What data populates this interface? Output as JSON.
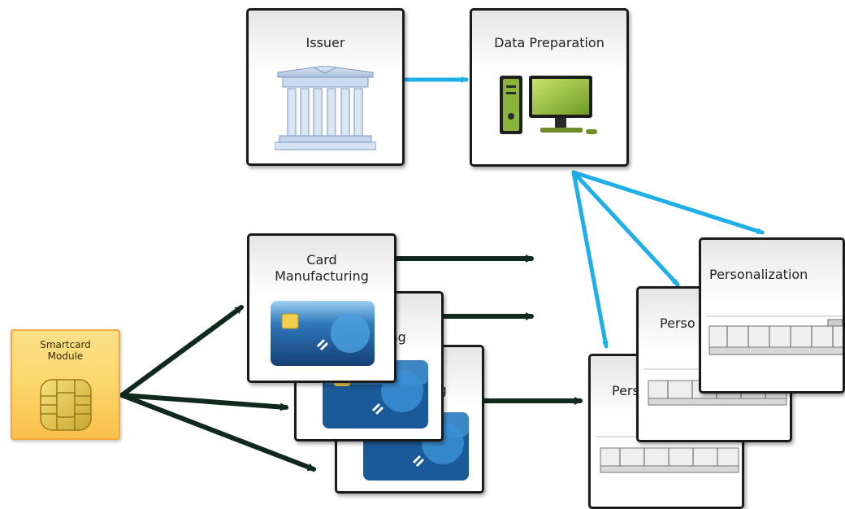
{
  "issuer": {
    "label": "Issuer",
    "icon": "bank-icon"
  },
  "data_preparation": {
    "label": "Data Preparation",
    "icon": "desktop-computer-icon"
  },
  "smartcard_module": {
    "label_line1": "Smartcard",
    "label_line2": "Module",
    "icon": "chip-icon"
  },
  "card_manufacturing": [
    {
      "label_line1": "Card",
      "label_line2": "Manufacturing",
      "icon": "smart-card-icon"
    },
    {
      "label_visible": "ing",
      "icon": "smart-card-icon"
    },
    {
      "label_visible": "ing",
      "icon": "smart-card-icon"
    }
  ],
  "personalization": [
    {
      "label": "Personalization",
      "icon": "card-personalization-machine-icon"
    },
    {
      "label_visible": "Perso",
      "icon": "card-personalization-machine-icon"
    },
    {
      "label_visible": "Pers",
      "icon": "card-personalization-machine-icon"
    }
  ],
  "colors": {
    "blue_arrow": "#1eaee8",
    "dark_arrow": "#0f2a1c",
    "box_border": "#1b1b1b",
    "smartcard_border": "#f2a93b",
    "smartcard_fill": "#fcd86e",
    "card_blue": "#1b5a98",
    "computer_green": "#8bb53a"
  }
}
